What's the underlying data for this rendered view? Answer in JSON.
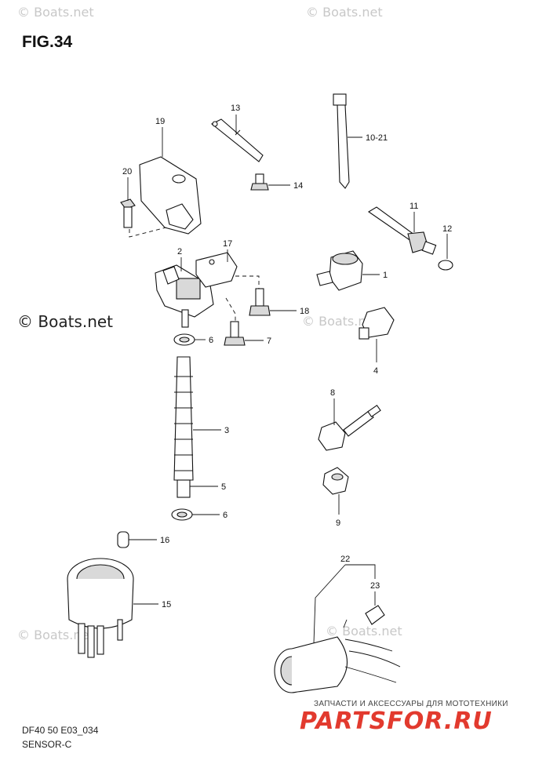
{
  "figure": {
    "title": "FIG.34",
    "code": "DF40 50 E03_034",
    "name": "SENSOR-C"
  },
  "watermark": {
    "main": "© Boats.net",
    "faint": "© Boats.net"
  },
  "shop": {
    "tagline": "ЗАПЧАСТИ И АКСЕССУАРЫ ДЛЯ МОТОТЕХНИКИ",
    "logo": "PARTSFOR.RU"
  },
  "callouts": [
    "1",
    "2",
    "3",
    "4",
    "5",
    "6",
    "6",
    "7",
    "8",
    "9",
    "10-21",
    "11",
    "12",
    "13",
    "14",
    "15",
    "16",
    "17",
    "18",
    "19",
    "20",
    "22",
    "23"
  ],
  "colors": {
    "line": "#111111",
    "watermark": "#c8c8c8",
    "logo": "#e23a2e"
  }
}
